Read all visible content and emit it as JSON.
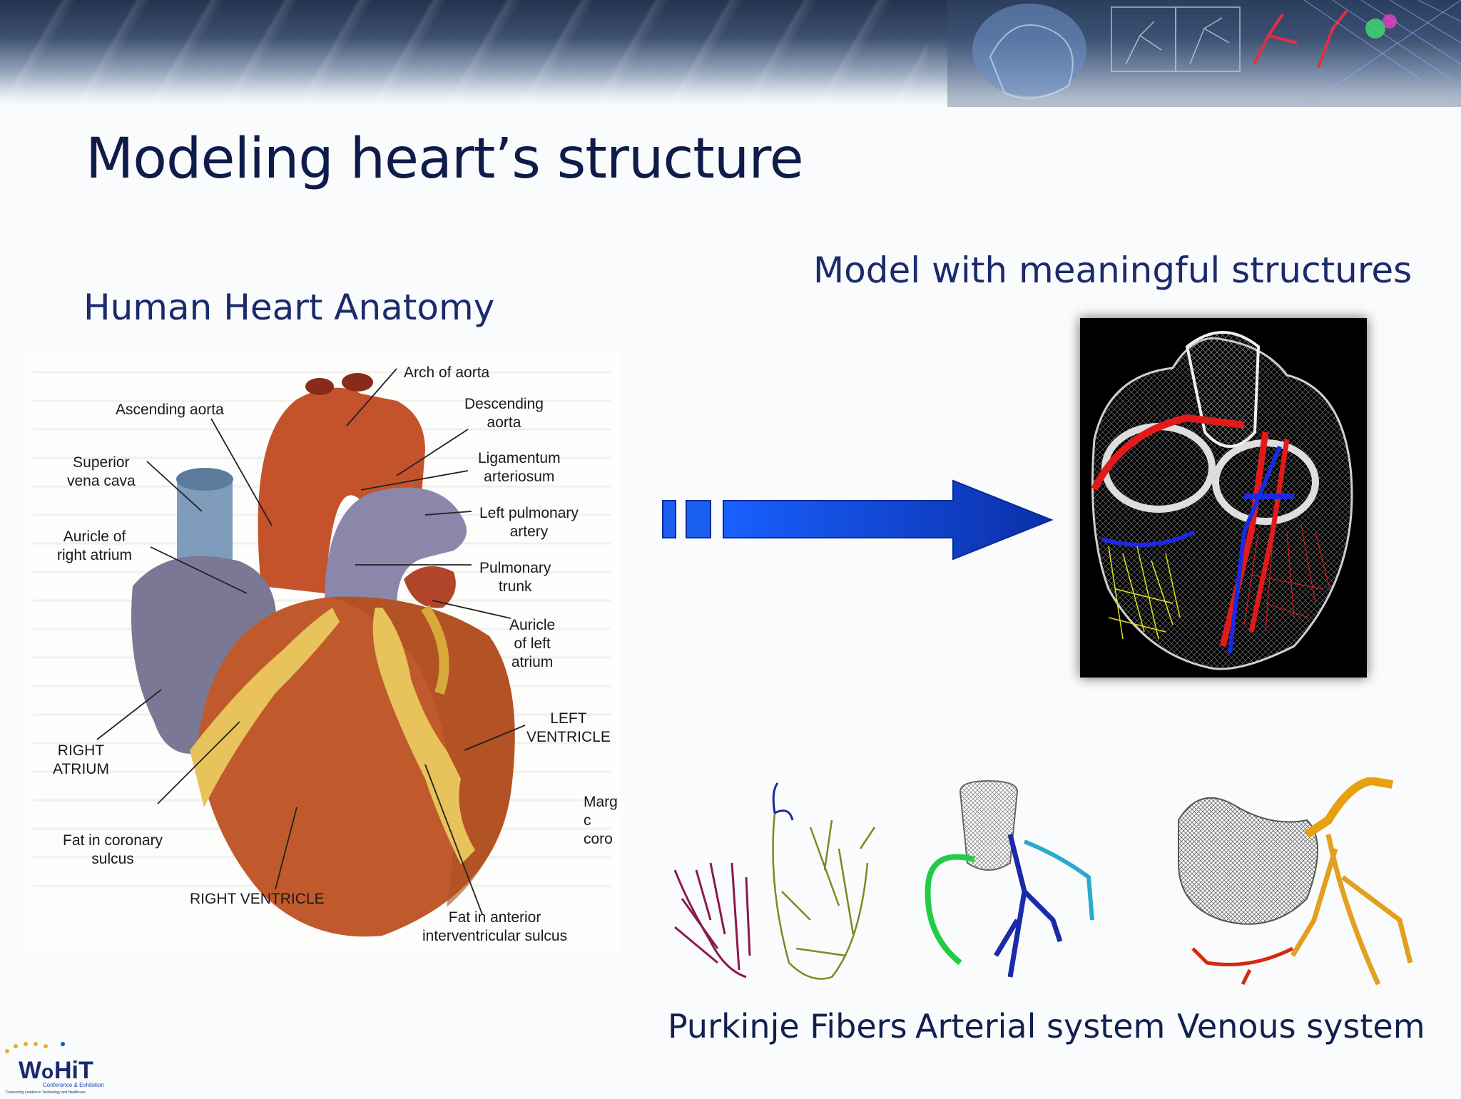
{
  "slide": {
    "title": "Modeling heart’s structure",
    "left_subtitle": "Human Heart Anatomy",
    "right_subtitle": "Model with meaningful structures"
  },
  "anatomy": {
    "labels": {
      "arch_of_aorta": "Arch of aorta",
      "ascending_aorta": "Ascending aorta",
      "descending_aorta": "Descending\naorta",
      "superior_vena_cava": "Superior\nvena cava",
      "ligamentum_arteriosum": "Ligamentum\narteriosum",
      "left_pulmonary_artery": "Left pulmonary\nartery",
      "auricle_right_atrium": "Auricle of\nright atrium",
      "pulmonary_trunk": "Pulmonary\ntrunk",
      "auricle_left_atrium": "Auricle\nof left\natrium",
      "left_ventricle": "LEFT\nVENTRICLE",
      "right_atrium": "RIGHT\nATRIUM",
      "marg": "Marg\nc\ncoro",
      "fat_coronary": "Fat in coronary\nsulcus",
      "right_ventricle": "RIGHT VENTRICLE",
      "fat_anterior": "Fat in anterior\ninterventricular sulcus"
    }
  },
  "captions": {
    "purkinje": "Purkinje Fibers",
    "arterial": "Arterial system",
    "venous": "Venous system"
  },
  "logo": {
    "name": "WoHIT",
    "line1": "Conference & Exhibition",
    "line2": "Connecting Leaders in Technology and Healthcare"
  },
  "colors": {
    "title": "#0f1c4a",
    "subtitle": "#1a2a6b",
    "arrow": "#1440c8"
  }
}
